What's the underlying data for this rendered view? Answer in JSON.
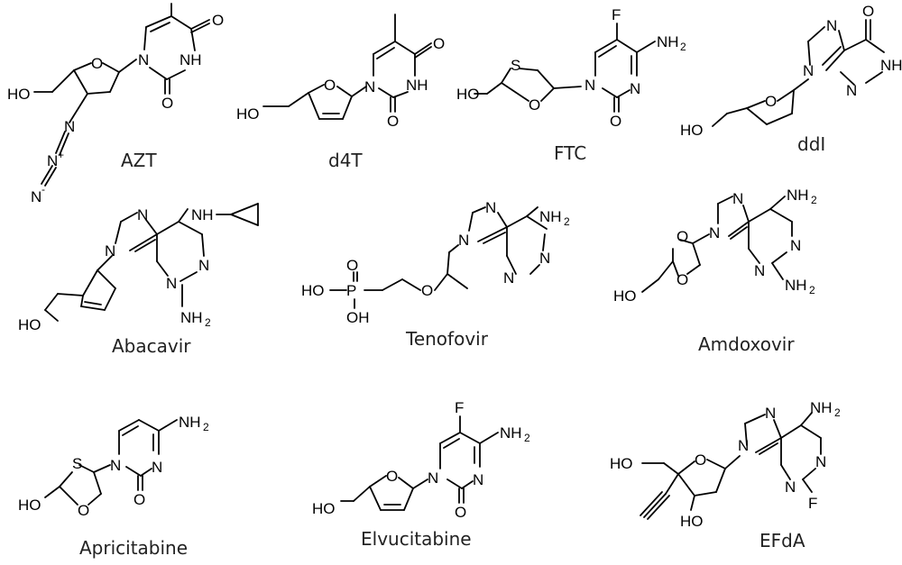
{
  "compounds": [
    {
      "name": "AZT"
    },
    {
      "name": "d4T"
    },
    {
      "name": "FTC"
    },
    {
      "name": "ddI"
    },
    {
      "name": "Abacavir"
    },
    {
      "name": "Tenofovir"
    },
    {
      "name": "Amdoxovir"
    },
    {
      "name": "Apricitabine"
    },
    {
      "name": "Elvucitabine"
    },
    {
      "name": "EFdA"
    }
  ],
  "atom_labels": {
    "O": "O",
    "N": "N",
    "NH": "NH",
    "S": "S",
    "F": "F",
    "P": "P",
    "HO": "HO",
    "OH": "OH",
    "NH2": "NH",
    "two": "2",
    "plus": "+",
    "minus": "-"
  }
}
